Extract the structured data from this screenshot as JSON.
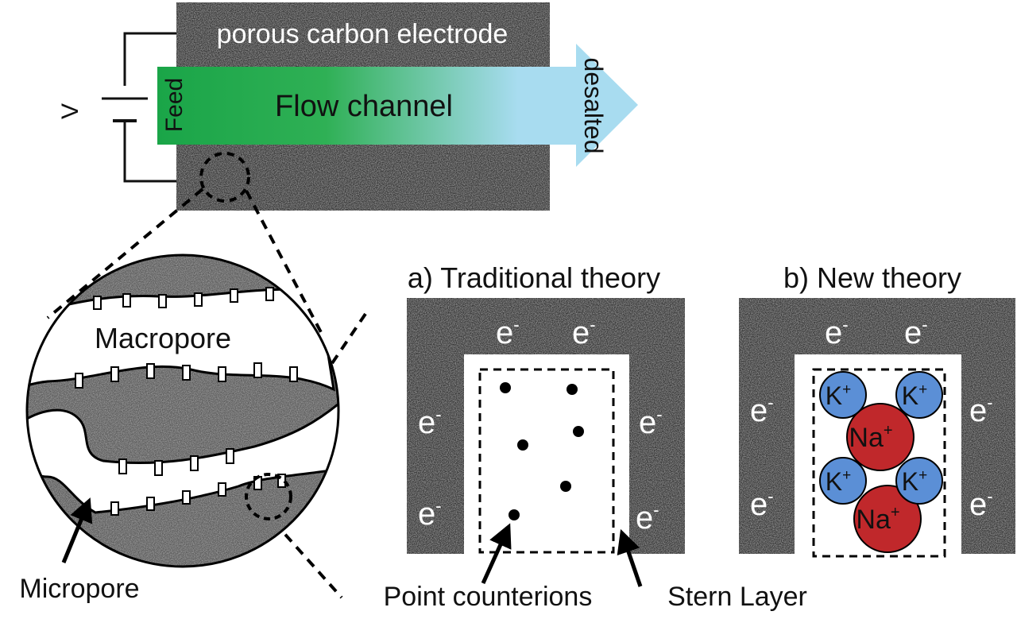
{
  "top": {
    "electrode_label": "porous carbon electrode",
    "channel_label": "Flow channel",
    "feed_label": "Feed",
    "out_label": "desalted",
    "voltage_label": "V"
  },
  "zoom": {
    "macropore_label": "Macropore",
    "micropore_label": "Micropore"
  },
  "panel_a": {
    "title": "a) Traditional theory",
    "electron": "e",
    "electron_sup": "-",
    "point_label": "Point counterions",
    "stern_label": "Stern Layer"
  },
  "panel_b": {
    "title": "b) New theory",
    "electron": "e",
    "electron_sup": "-",
    "k_ion": "K",
    "na_ion": "Na",
    "ion_sup": "+"
  },
  "colors": {
    "carbon": "#3b3b3b",
    "carbon_zoom": "#5e5e5e",
    "feed_green": "#1aa548",
    "desalted_blue": "#a8dcf0",
    "k_ion": "#5b8fd6",
    "na_ion": "#c0282b"
  }
}
